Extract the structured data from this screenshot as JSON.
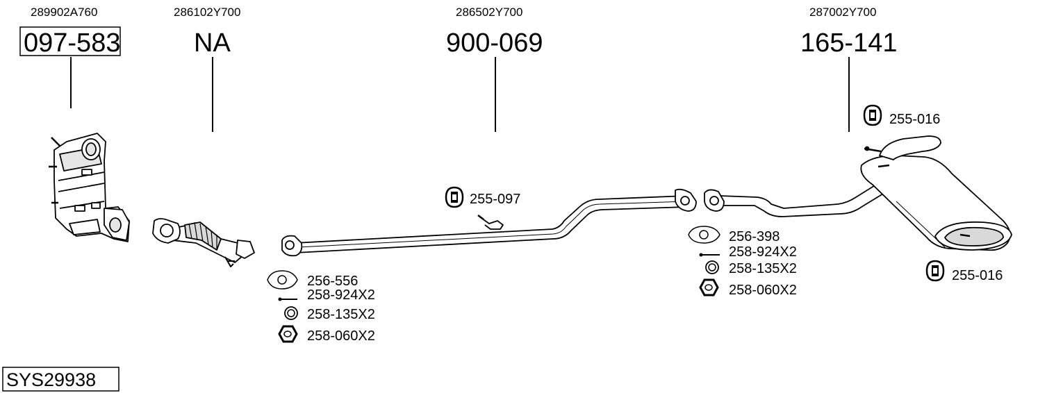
{
  "sections": [
    {
      "oem": "289902A760",
      "part": "097-583",
      "boxed": true
    },
    {
      "oem": "286102Y700",
      "part": "NA",
      "boxed": false
    },
    {
      "oem": "286502Y700",
      "part": "900-069",
      "boxed": false
    },
    {
      "oem": "287002Y700",
      "part": "165-141",
      "boxed": false
    }
  ],
  "accessories": {
    "front_gasket": "256-556",
    "front_bolt": "258-924X2",
    "front_ring": "258-135X2",
    "front_nut": "258-060X2",
    "mid_hanger": "255-097",
    "rear_gasket": "256-398",
    "rear_bolt": "258-924X2",
    "rear_ring": "258-135X2",
    "rear_nut": "258-060X2",
    "rear_hanger_top": "255-016",
    "rear_hanger_bottom": "255-016"
  },
  "system_code": "SYS29938",
  "colors": {
    "line": "#000000",
    "part_fill": "#ffffff",
    "shade": "#d9d9d9"
  },
  "icons": {
    "hanger": "rubber-hanger-icon",
    "gasket": "flange-gasket-icon",
    "bolt": "bolt-icon",
    "ring": "ring-icon",
    "nut": "hex-nut-icon"
  }
}
